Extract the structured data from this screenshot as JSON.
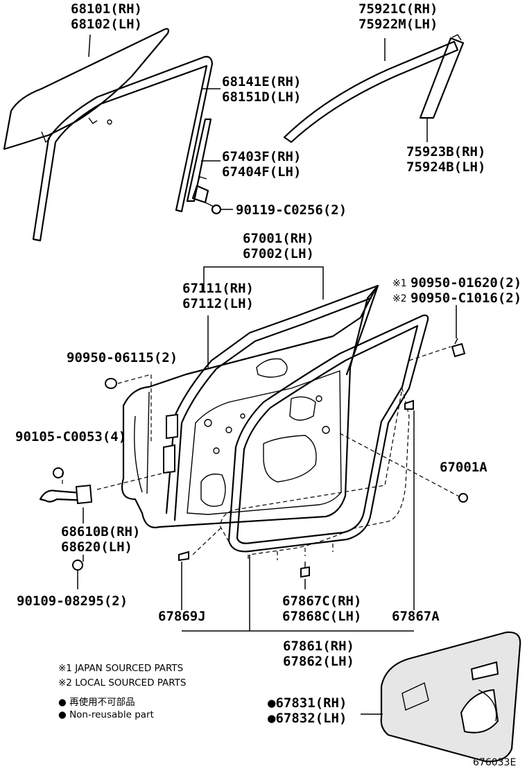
{
  "labels": {
    "glass_rh": "68101(RH)",
    "glass_lh": "68102(LH)",
    "molding_rh": "75921C(RH)",
    "molding_lh": "75922M(LH)",
    "run_rh": "68141E(RH)",
    "run_lh": "68151D(LH)",
    "garnish_rh": "75923B(RH)",
    "garnish_lh": "75924B(LH)",
    "channel_rh": "67403F(RH)",
    "channel_lh": "67404F(LH)",
    "bolt_channel": "90119-C0256(2)",
    "door_rh": "67001(RH)",
    "door_lh": "67002(LH)",
    "clip1": "90950-01620(2)",
    "clip2": "90950-C1016(2)",
    "clip1_mark": "※1",
    "clip2_mark": "※2",
    "frame_rh": "67111(RH)",
    "frame_lh": "67112(LH)",
    "plug": "90950-06115(2)",
    "bolt_check": "90105-C0053(4)",
    "door_sub": "67001A",
    "check_rh": "68610B(RH)",
    "check_lh": "68620(LH)",
    "bolt_bottom": "90109-08295(2)",
    "ws_a_rh": "67867C(RH)",
    "ws_a_lh": "67868C(LH)",
    "ws_j": "67869J",
    "ws_a": "67867A",
    "ws_rh": "67861(RH)",
    "ws_lh": "67862(LH)",
    "cover_rh": "●67831(RH)",
    "cover_lh": "●67832(LH)",
    "diagram_code": "676033E"
  },
  "legend": {
    "note1": "※1 JAPAN SOURCED PARTS",
    "note2": "※2 LOCAL SOURCED PARTS",
    "note3": "● 再使用不可部品",
    "note4": "● Non-reusable part"
  }
}
